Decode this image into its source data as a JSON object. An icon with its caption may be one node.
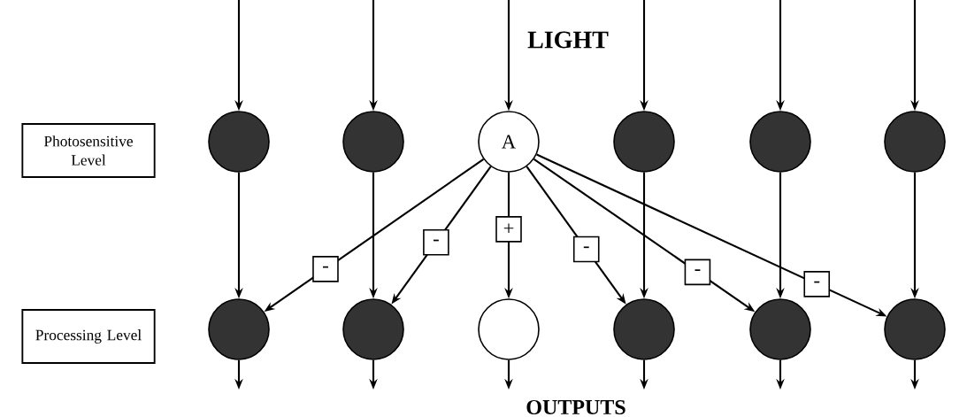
{
  "diagram": {
    "nodes": [
      {
        "text": [
          "Photosensitive Level"
        ]
      },
      {
        "text": [
          "Processing Level"
        ]
      },
      {
        "text": [],
        "shape": "circle"
      },
      {
        "text": [],
        "shape": "circle"
      },
      {
        "text": [
          "A"
        ]
      },
      {
        "text": [],
        "shape": "circle"
      },
      {
        "text": [],
        "shape": "circle"
      },
      {
        "text": [],
        "shape": "circle"
      },
      {
        "text": [],
        "shape": "circle"
      },
      {
        "text": [],
        "shape": "circle"
      },
      {
        "text": [],
        "shape": "circle"
      },
      {
        "text": [],
        "shape": "circle"
      },
      {
        "text": [],
        "shape": "circle"
      },
      {
        "text": [],
        "shape": "circle"
      }
    ],
    "edges": [
      {
        "from": null,
        "to": 2,
        "arrow": "to"
      },
      {
        "from": null,
        "to": 3,
        "arrow": "to"
      },
      {
        "from": null,
        "to": 4,
        "arrow": "to"
      },
      {
        "from": null,
        "to": 5,
        "arrow": "to"
      },
      {
        "from": null,
        "to": 6,
        "arrow": "to"
      },
      {
        "from": null,
        "to": 7,
        "arrow": "to"
      },
      {
        "from": 2,
        "to": 8,
        "arrow": "to"
      },
      {
        "from": 3,
        "to": 9,
        "arrow": "to"
      },
      {
        "from": 5,
        "to": 11,
        "arrow": "to"
      },
      {
        "from": 6,
        "to": 12,
        "arrow": "to"
      },
      {
        "from": 7,
        "to": 13,
        "arrow": "to"
      },
      {
        "from": 4,
        "to": 8,
        "arrow": "to",
        "label": "-"
      },
      {
        "from": 4,
        "to": 9,
        "arrow": "to",
        "label": "-"
      },
      {
        "from": 4,
        "to": 10,
        "arrow": "to",
        "label": "+"
      },
      {
        "from": 4,
        "to": 11,
        "arrow": "to",
        "label": "-"
      },
      {
        "from": 4,
        "to": 12,
        "arrow": "to",
        "label": "-"
      },
      {
        "from": 4,
        "to": 13,
        "arrow": "to",
        "label": "-"
      },
      {
        "from": 8,
        "to": null,
        "arrow": "to"
      },
      {
        "from": 9,
        "to": null,
        "arrow": "to"
      },
      {
        "from": 10,
        "to": null,
        "arrow": "to"
      },
      {
        "from": 11,
        "to": null,
        "arrow": "to"
      },
      {
        "from": 12,
        "to": null,
        "arrow": "to"
      },
      {
        "from": 13,
        "to": null,
        "arrow": "to"
      }
    ],
    "labels": [
      "LIGHT",
      "OUTPUTS"
    ]
  }
}
